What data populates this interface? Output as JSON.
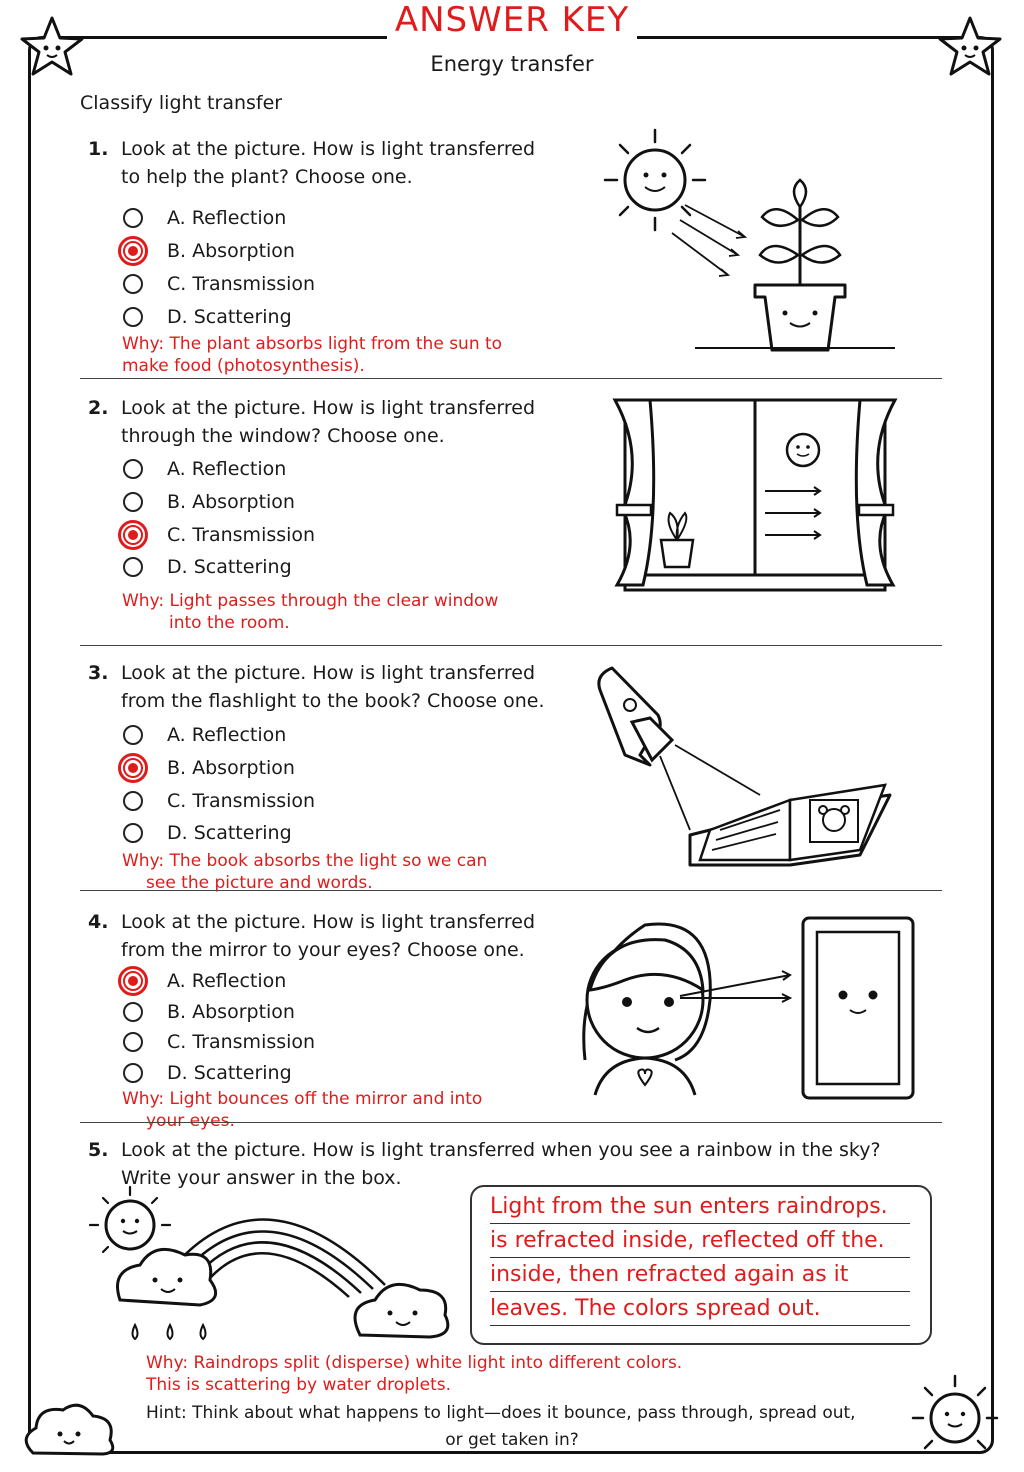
{
  "header": {
    "key_title": "ANSWER KEY",
    "subtitle": "Energy transfer",
    "heading": "Classify light transfer"
  },
  "q1": {
    "num": "1.",
    "line1": "Look at the picture. How is light transferred",
    "line2": "to help the plant? Choose one.",
    "options": [
      "A. Reflection",
      "B. Absorption",
      "C. Transmission",
      "D. Scattering"
    ],
    "selected": 1,
    "why1": "Why: The plant absorbs light from the sun to",
    "why2": "make food (photosynthesis)."
  },
  "q2": {
    "num": "2.",
    "line1": "Look at the picture. How is light transferred",
    "line2": "through the window? Choose one.",
    "options": [
      "A. Reflection",
      "B. Absorption",
      "C. Transmission",
      "D. Scattering"
    ],
    "selected": 2,
    "why1": "Why: Light passes through the clear window",
    "why2": "into the room."
  },
  "q3": {
    "num": "3.",
    "line1": "Look at the picture. How is light transferred",
    "line2": "from the flashlight to the book? Choose one.",
    "options": [
      "A. Reflection",
      "B. Absorption",
      "C. Transmission",
      "D. Scattering"
    ],
    "selected": 1,
    "why1": "Why: The book absorbs the light so we can",
    "why2": "see the picture and words."
  },
  "q4": {
    "num": "4.",
    "line1": "Look at the picture. How is light transferred",
    "line2": "from the mirror to your eyes? Choose one.",
    "options": [
      "A. Reflection",
      "B. Absorption",
      "C. Transmission",
      "D. Scattering"
    ],
    "selected": 0,
    "why1": "Why: Light bounces off the mirror and into",
    "why2": "your eyes."
  },
  "q5": {
    "num": "5.",
    "line1": "Look at the picture. How is light transferred when you see a rainbow in the sky?",
    "line2": "Write your answer in the box.",
    "answer": [
      "Light from the sun enters raindrops.",
      "is refracted inside, reflected off the.",
      "inside, then refracted again as it",
      "leaves. The colors spread out."
    ],
    "why1": "Why: Raindrops split (disperse) white light into different colors.",
    "why2": "This is scattering by water droplets."
  },
  "hint": {
    "line1": "Hint: Think about what happens to light—does it bounce, pass through, spread out,",
    "line2": "or get taken in?"
  },
  "colors": {
    "answer_red": "#e01b1b",
    "ink": "#1a1a1a"
  }
}
